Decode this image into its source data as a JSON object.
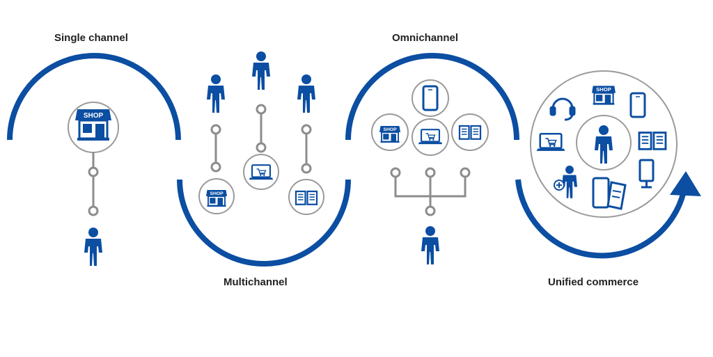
{
  "stages": [
    {
      "label": "Single channel",
      "shop_sign": "SHOP"
    },
    {
      "label": "Multichannel",
      "shop_sign": "SHOP"
    },
    {
      "label": "Omnichannel",
      "shop_sign": "SHOP"
    },
    {
      "label": "Unified commerce",
      "shop_sign": "SHOP"
    }
  ],
  "colors": {
    "brand_blue": "#0b4ea2",
    "connector_gray": "#8c8c8c",
    "circle_stroke": "#9a9a9a"
  }
}
